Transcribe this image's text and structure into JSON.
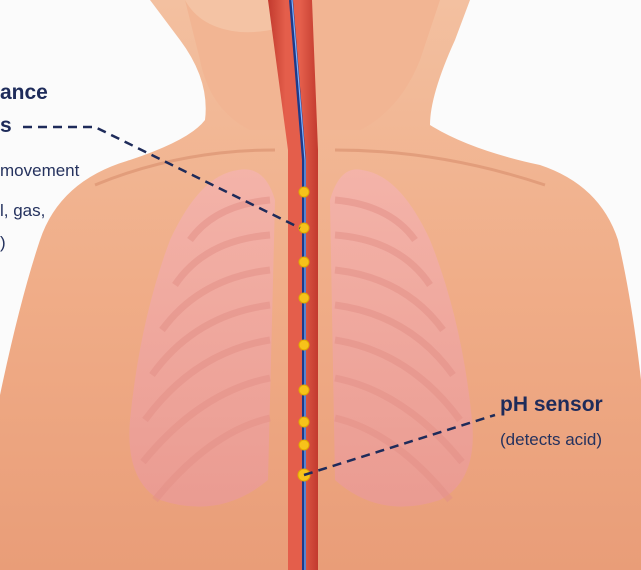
{
  "impedance_label": {
    "line1": "ance",
    "line2": "s",
    "desc1": "movement",
    "desc2": "l, gas,",
    "desc3": ")"
  },
  "ph_label": {
    "title": "pH sensor",
    "desc": "(detects acid)"
  },
  "colors": {
    "label_navy": "#1e2b5a",
    "skin": "#f2b08d",
    "lung": "#f0a7a3",
    "esophagus": "#d94a3a",
    "catheter": "#1d3a8a",
    "sensor_dot": "#f7c21a"
  }
}
